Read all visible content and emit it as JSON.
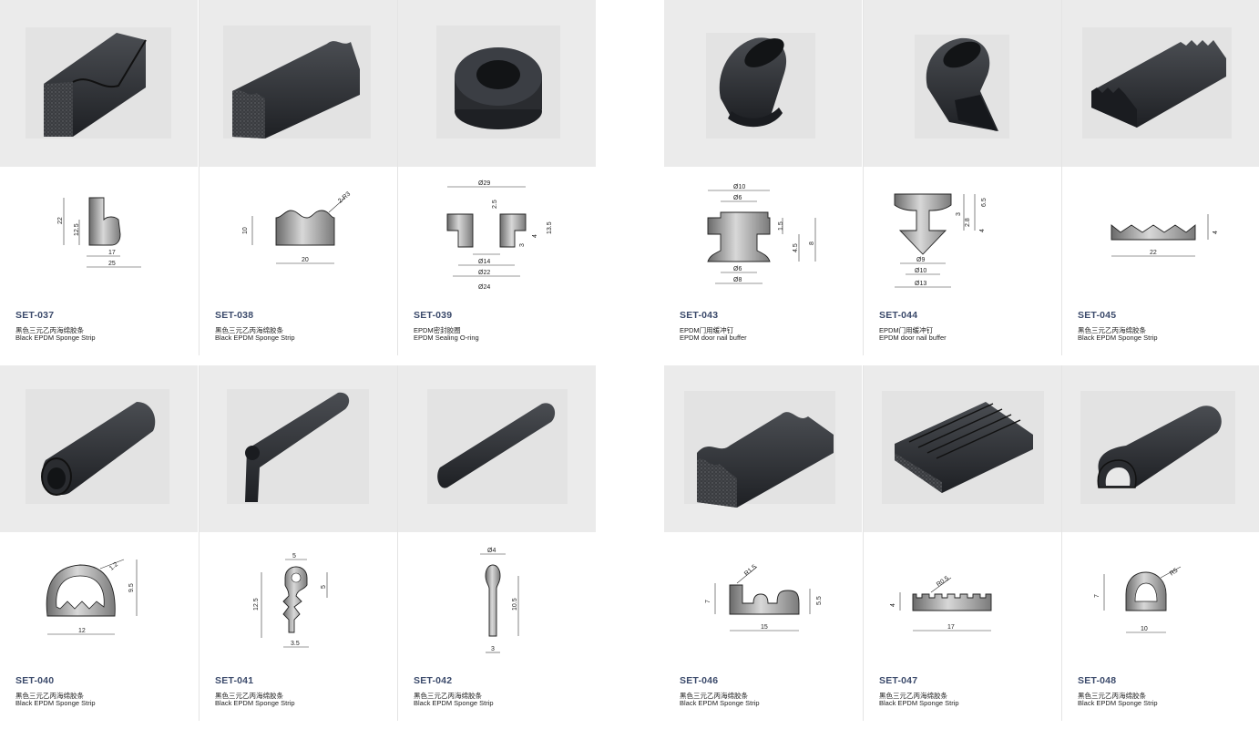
{
  "products": [
    {
      "code": "SET-037",
      "name_zh": "黑色三元乙丙海绵胶条",
      "name_en": "Black EPDM Sponge Strip",
      "dims": [
        "22",
        "12.5",
        "17",
        "25"
      ]
    },
    {
      "code": "SET-038",
      "name_zh": "黑色三元乙丙海绵胶条",
      "name_en": "Black EPDM Sponge Strip",
      "dims": [
        "10",
        "2-R3",
        "20"
      ]
    },
    {
      "code": "SET-039",
      "name_zh": "EPDM密封胶圈",
      "name_en": "EPDM Sealing O-ring",
      "dims": [
        "Ø29",
        "2.5",
        "4",
        "13.5",
        "3",
        "Ø14",
        "Ø22",
        "Ø24"
      ]
    },
    {
      "code": "SET-043",
      "name_zh": "EPDM门用缓冲钉",
      "name_en": "EPDM door nail buffer",
      "dims": [
        "Ø10",
        "Ø6",
        "1.5",
        "8",
        "4.5",
        "Ø6",
        "Ø8"
      ]
    },
    {
      "code": "SET-044",
      "name_zh": "EPDM门用缓冲钉",
      "name_en": "EPDM door nail buffer",
      "dims": [
        "3",
        "6.5",
        "2.8",
        "4",
        "Ø9",
        "Ø10",
        "Ø13"
      ]
    },
    {
      "code": "SET-045",
      "name_zh": "黑色三元乙丙海绵胶条",
      "name_en": "Black EPDM Sponge Strip",
      "dims": [
        "4",
        "22"
      ]
    },
    {
      "code": "SET-040",
      "name_zh": "黑色三元乙丙海绵胶条",
      "name_en": "Black EPDM Sponge Strip",
      "dims": [
        "1.2",
        "9.5",
        "12"
      ]
    },
    {
      "code": "SET-041",
      "name_zh": "黑色三元乙丙海绵胶条",
      "name_en": "Black EPDM Sponge Strip",
      "dims": [
        "5",
        "5",
        "12.5",
        "3.5"
      ]
    },
    {
      "code": "SET-042",
      "name_zh": "黑色三元乙丙海绵胶条",
      "name_en": "Black EPDM Sponge Strip",
      "dims": [
        "Ø4",
        "10.5",
        "3"
      ]
    },
    {
      "code": "SET-046",
      "name_zh": "黑色三元乙丙海绵胶条",
      "name_en": "Black EPDM Sponge Strip",
      "dims": [
        "R1.5",
        "7",
        "5.5",
        "15"
      ]
    },
    {
      "code": "SET-047",
      "name_zh": "黑色三元乙丙海绵胶条",
      "name_en": "Black EPDM Sponge Strip",
      "dims": [
        "R0.5",
        "4",
        "17"
      ]
    },
    {
      "code": "SET-048",
      "name_zh": "黑色三元乙丙海绵胶条",
      "name_en": "Black EPDM Sponge Strip",
      "dims": [
        "R5",
        "7",
        "10"
      ]
    }
  ]
}
